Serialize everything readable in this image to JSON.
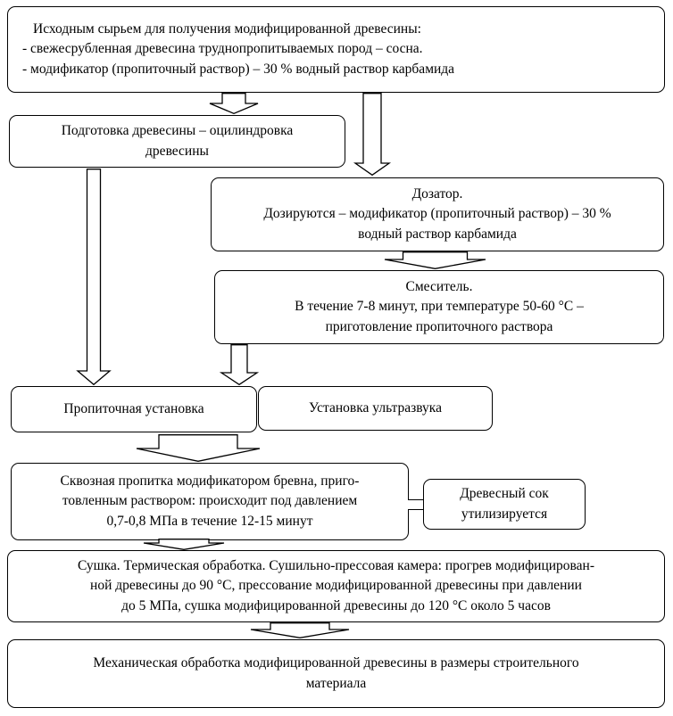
{
  "colors": {
    "box_border": "#000000",
    "box_background": "#ffffff",
    "page_background": "#ffffff"
  },
  "boxes": {
    "raw_material": {
      "lines": [
        "Исходным сырьем для получения модифицированной древесины:",
        "- свежесрубленная древесина труднопропитываемых пород – сосна.",
        "- модификатор (пропиточный раствор) – 30 % водный раствор карбамида"
      ]
    },
    "wood_prep": {
      "lines": [
        "Подготовка древесины – оцилиндровка",
        "древесины"
      ]
    },
    "dozator": {
      "lines": [
        "Дозатор.",
        "Дозируются – модификатор (пропиточный раствор) – 30 %",
        "водный раствор карбамида"
      ]
    },
    "mixer": {
      "lines": [
        "Смеситель.",
        "В течение 7-8 минут, при температуре 50-60 °С –",
        "приготовление пропиточного раствора"
      ]
    },
    "impregnation_unit": {
      "lines": [
        "Пропиточная установка"
      ]
    },
    "ultrasound_unit": {
      "lines": [
        "Установка ультразвука"
      ]
    },
    "through_impregnation": {
      "lines": [
        "Сквозная пропитка модификатором бревна, приго-",
        "товленным раствором: происходит под давлением",
        "0,7-0,8 МПа в течение 12-15 минут"
      ]
    },
    "wood_sap": {
      "lines": [
        "Древесный сок",
        "утилизируется"
      ]
    },
    "drying": {
      "lines": [
        "Сушка. Термическая обработка. Сушильно-прессовая камера: прогрев модифицирован-",
        "ной древесины до 90 °С, прессование модифицированной древесины при давлении",
        "до 5 МПа, сушка модифицированной древесины до 120 °С около 5 часов"
      ]
    },
    "mechanical_processing": {
      "lines": [
        "Механическая обработка модифицированной древесины в размеры строительного",
        "материала"
      ]
    }
  }
}
